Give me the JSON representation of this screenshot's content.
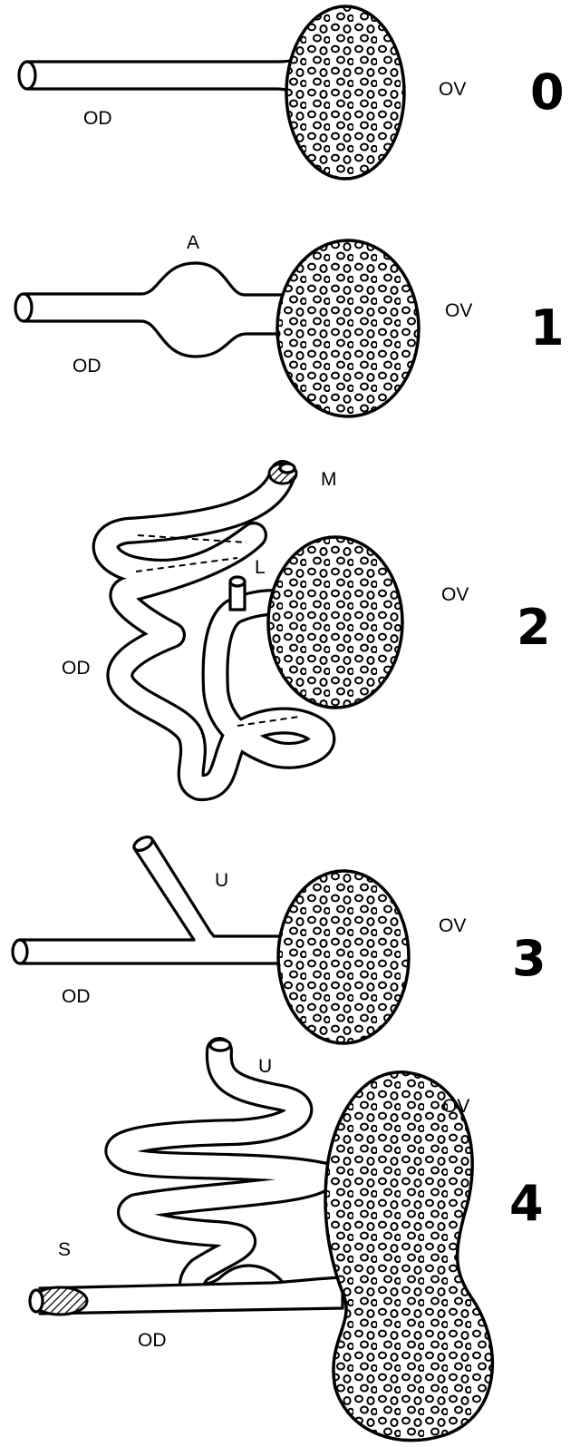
{
  "stages": [
    {
      "number": "0",
      "labels": {
        "od": "OD",
        "ov": "OV"
      }
    },
    {
      "number": "1",
      "labels": {
        "a": "A",
        "od": "OD",
        "ov": "OV"
      }
    },
    {
      "number": "2",
      "labels": {
        "m": "M",
        "l": "L",
        "od": "OD",
        "ov": "OV"
      }
    },
    {
      "number": "3",
      "labels": {
        "u": "U",
        "od": "OD",
        "ov": "OV"
      }
    },
    {
      "number": "4",
      "labels": {
        "u": "U",
        "s": "S",
        "od": "OD",
        "ov": "OV"
      }
    }
  ],
  "colors": {
    "ink": "#000000",
    "paper": "#ffffff"
  }
}
